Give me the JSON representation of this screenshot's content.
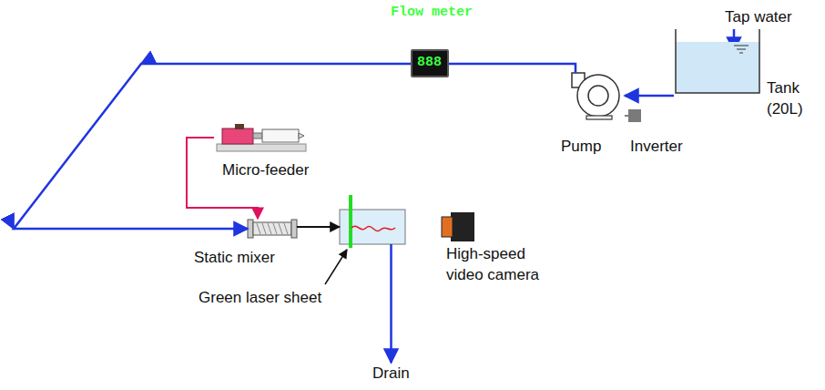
{
  "diagram": {
    "nodes": [
      {
        "text": [
          "Flow meter",
          "888"
        ]
      },
      {
        "text": [
          "Tank (20L)"
        ]
      },
      {
        "text": [
          "Pump"
        ]
      },
      {
        "text": [
          "Inverter"
        ]
      },
      {
        "text": [
          "Micro-feeder"
        ]
      },
      {
        "text": [
          "Static mixer"
        ]
      },
      {
        "text": [
          "Green laser sheet"
        ]
      },
      {
        "text": [
          "High-speed video camera"
        ]
      },
      {
        "text": [
          "Drain"
        ]
      }
    ],
    "edges": [
      {
        "from": 1,
        "to": 2,
        "arrow": "to"
      },
      {
        "from": 2,
        "to": 3,
        "arrow": "none"
      },
      {
        "from": 2,
        "to": 0,
        "arrow": "none"
      },
      {
        "from": 0,
        "to": 5,
        "arrow": "to"
      },
      {
        "from": 4,
        "to": 5,
        "arrow": "to"
      },
      {
        "from": 5,
        "to": 6,
        "arrow": "to"
      },
      {
        "from": 6,
        "to": 8,
        "arrow": "to"
      }
    ],
    "labels": [
      "Tap water"
    ]
  }
}
